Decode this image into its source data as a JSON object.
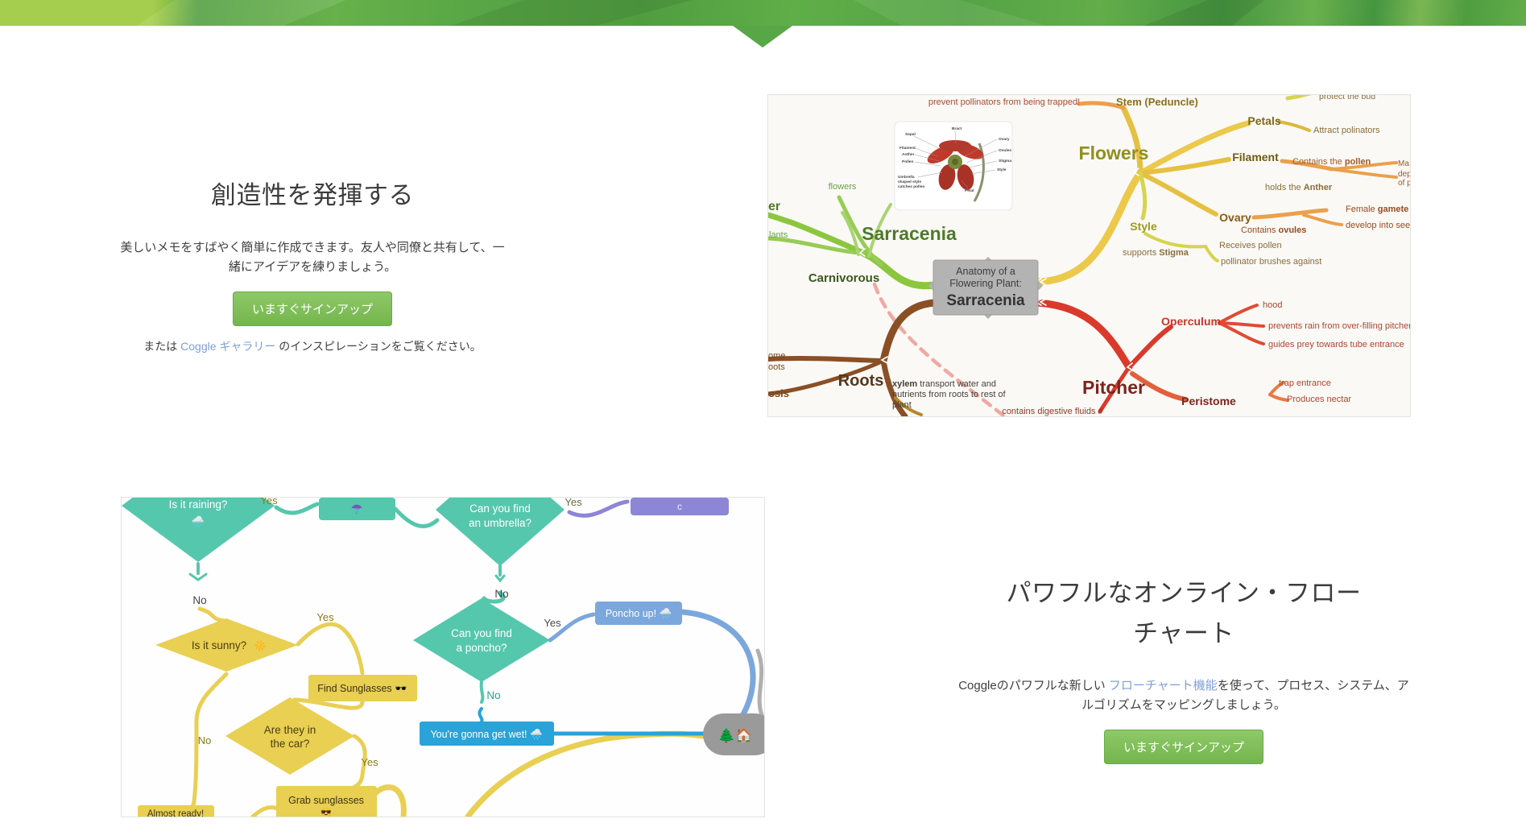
{
  "colors": {
    "banner_green": "#57a747",
    "button_green": "#76b852",
    "link_blue": "#7f9fd6",
    "teal": "#55c7ad",
    "yellow": "#e9cf52",
    "blue_box": "#7ba7dc",
    "cyan_box": "#29a3d8",
    "purple_box": "#8d85d8"
  },
  "hero": {
    "title": "創造性を発揮する",
    "body": "美しいメモをすばやく簡単に作成できます。友人や同僚と共有して、一緒にアイデアを練りましょう。",
    "cta_label": "いますぐサインアップ",
    "alt_prefix": "または ",
    "link_text": "Coggle ギャラリー",
    "alt_suffix": " のインスピレーションをご覧ください。"
  },
  "flow_section": {
    "title_line1": "パワフルなオンライン・フロー",
    "title_line2": "チャート",
    "body_prefix": "Coggleのパワフルな新しい ",
    "link_text": "フローチャート機能",
    "body_suffix": "を使って、プロセス、システム、アルゴリズムをマッピングしましょう。",
    "cta_label": "いますぐサインアップ"
  },
  "mindmap": {
    "center1": "Anatomy of a",
    "center2": "Flowering Plant:",
    "center3": "Sarracenia",
    "prevent": "prevent pollinators from being trapped!",
    "stem": "Stem (Peduncle)",
    "protect": "protect the bud",
    "flowers_big": "Flowers",
    "petals": "Petals",
    "attract": "Attract polinators",
    "filament": "Filament",
    "contains_the": "Contains the ",
    "pollen": "pollen",
    "holds_the": "holds the ",
    "anther": "Anther",
    "frag_ma": "Ma",
    "frag_dep": "dep",
    "frag_ofp": "of p",
    "ovary": "Ovary",
    "contains": "Contains ",
    "ovules": "ovules",
    "female": "Female ",
    "gamete": "gamete",
    "develop": "develop into seeds",
    "style": "Style",
    "supports": "supports ",
    "stigma": "Stigma",
    "receives": "Receives pollen",
    "brushes": "pollinator brushes against",
    "sarracenia_green": "Sarracenia",
    "carnivorous": "Carnivorous",
    "flowers_small": "flowers",
    "cut_er": "er",
    "cut_lants": "lants",
    "roots": "Roots",
    "xylem": "xylem",
    "xylem_rest": " transport water and",
    "xylem2": "nutrients from roots to rest of",
    "xylem3": "plant",
    "cut_ome": "ome",
    "cut_oots": "oots",
    "cut_osis": "osis",
    "pitcher": "Pitcher",
    "digestive": "contains digestive fluids #",
    "operculum": "Operculum",
    "hood": "hood",
    "prevents_rain": "prevents rain from over-filling pitcher",
    "guides_prey": "guides prey towards tube entrance",
    "peristome": "Peristome",
    "trap": "trap entrance",
    "nectar": "Produces nectar",
    "inset": {
      "l0": "Sepal",
      "l1": "Bract",
      "l2": "Ovary",
      "l3": "Ovules",
      "l4": "Stigma",
      "l5": "Style",
      "l6": "Petal",
      "l7": "Filament",
      "l8": "Anther",
      "l9": "Pollen",
      "l10": "Umbrella",
      "l11": "shaped style",
      "l12": "catches pollen"
    }
  },
  "flowchart": {
    "raining": "Is it raining?",
    "raining_emoji": "🌧️",
    "yes": "Yes",
    "no": "No",
    "umbrella_icon": "☂",
    "find_umbrella1": "Can you find",
    "find_umbrella2": "an umbrella?",
    "purple_frag": "c",
    "sunny": "Is it sunny?",
    "sunny_emoji": "☀️",
    "find_sunglasses": "Find Sunglasses 🕶️",
    "car1": "Are they in",
    "car2": "the car?",
    "grab": "Grab sunglasses",
    "grab_emoji": "😎",
    "almost": "Almost ready!",
    "poncho1": "Can you find",
    "poncho2": "a poncho?",
    "poncho_up": "Poncho up! 🌧️",
    "wet": "You're gonna get wet! 🌧️",
    "tree_house": "🌲🏠"
  }
}
